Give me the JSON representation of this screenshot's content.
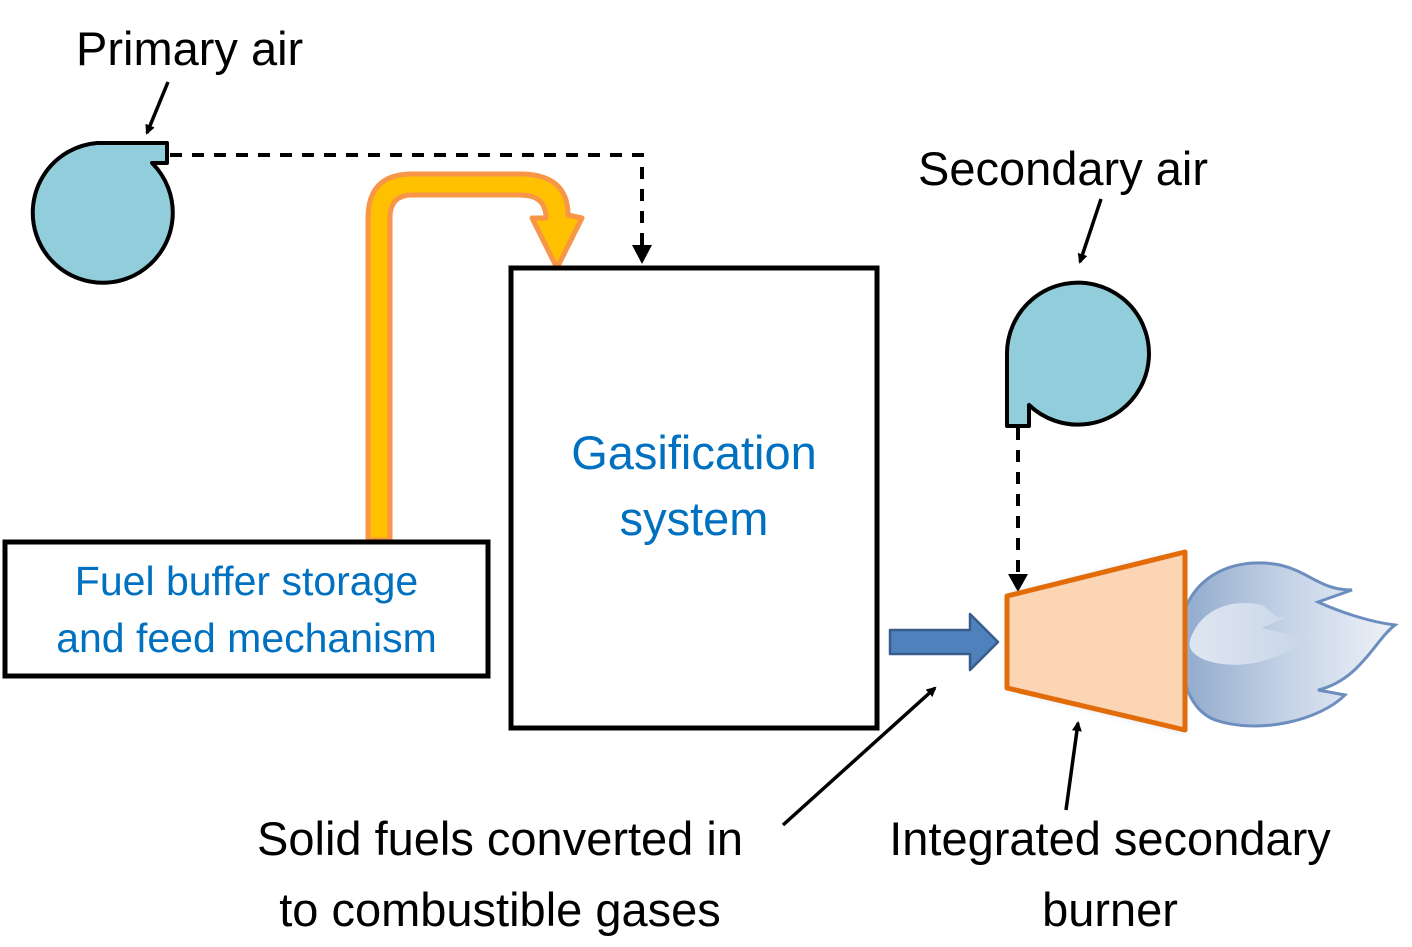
{
  "labels": {
    "primary_air": "Primary air",
    "secondary_air": "Secondary air",
    "gasification_line1": "Gasification",
    "gasification_line2": "system",
    "fuel_line1": "Fuel buffer storage",
    "fuel_line2": "and feed mechanism",
    "solid_fuels_line1": "Solid fuels converted in",
    "solid_fuels_line2": "to combustible gases",
    "burner_line1": "Integrated secondary",
    "burner_line2": "burner"
  },
  "colors": {
    "fan_fill": "#92CDDC",
    "fuel_arrow_fill": "#FFC000",
    "fuel_arrow_outline": "#F79646",
    "burner_fill": "#FCD5B5",
    "burner_outline": "#E36C0A",
    "gas_arrow_fill": "#4F81BD",
    "gas_arrow_outline": "#385D8A",
    "flame": "#6C8EBF",
    "text_blue": "#0070C0"
  }
}
